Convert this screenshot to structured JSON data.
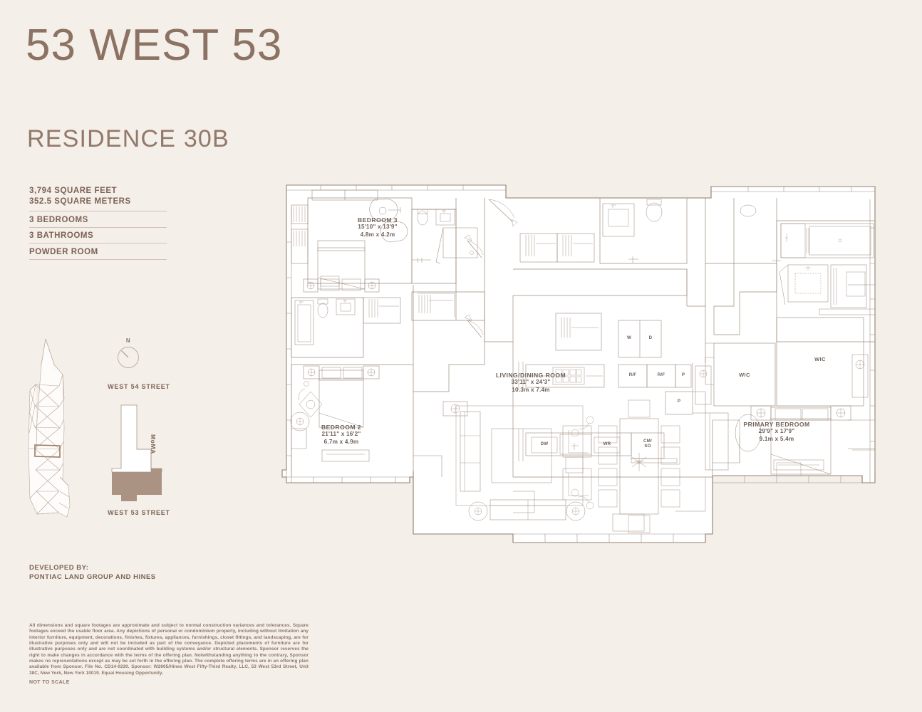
{
  "brand": "53 WEST 53",
  "residence_title": "RESIDENCE 30B",
  "specs": {
    "square_feet": "3,794 SQUARE FEET",
    "square_meters": "352.5 SQUARE METERS",
    "bedrooms": "3 BEDROOMS",
    "bathrooms": "3 BATHROOMS",
    "powder": "POWDER ROOM"
  },
  "keyplan": {
    "north_label": "N",
    "street_north": "WEST 54 STREET",
    "street_south": "WEST 53 STREET",
    "neighbor": "MoMA"
  },
  "developer": {
    "line1": "DEVELOPED BY:",
    "line2": "PONTIAC LAND GROUP AND HINES"
  },
  "legal": "All dimensions and square footages are approximate and subject to normal construction variances and tolerances. Square footages exceed the usable floor area. Any depictions of personal or condominium property, including without limitation any interior furniture, equipment, decorations, finishes, fixtures, appliances, furnishings, closet fittings, and landscaping, are for illustrative purposes only and will not be included as part of the conveyance. Depicted placements of furniture are for illustrative purposes only and are not coordinated with building systems and/or structural elements. Sponsor reserves the right to make changes in accordance with the terms of the offering plan. Notwithstanding anything to the contrary, Sponsor makes no representations except as may be set forth in the offering plan. The complete offering terms are in an offering plan available from Sponsor. File No. CD14-0230. Sponsor: W2005/Hines West Fifty-Third Realty, LLC, 53 West 53rd Street, Unit 38C, New York, New York 10019. Equal Housing Opportunity.",
  "not_to_scale": "NOT TO SCALE",
  "plan": {
    "rooms": [
      {
        "name": "BEDROOM 3",
        "dim_ft": "15'10\" x 13'9\"",
        "dim_m": "4.8m x 4.2m"
      },
      {
        "name": "BEDROOM 2",
        "dim_ft": "21'11\" x 16'2\"",
        "dim_m": "6.7m x 4.9m"
      },
      {
        "name": "LIVING/DINING ROOM",
        "dim_ft": "33'11\" x 24'3\"",
        "dim_m": "10.3m x 7.4m"
      },
      {
        "name": "PRIMARY BEDROOM",
        "dim_ft": "29'9\" x 17'9\"",
        "dim_m": "9.1m x 5.4m"
      }
    ],
    "closets": [
      "WIC",
      "WIC"
    ],
    "appliances": [
      {
        "label": "W"
      },
      {
        "label": "D"
      },
      {
        "label": "R/F"
      },
      {
        "label": "R/F"
      },
      {
        "label": "P"
      },
      {
        "label": "P"
      },
      {
        "label": "DW"
      },
      {
        "label": "WR"
      },
      {
        "label": "CM/\nSO"
      }
    ]
  },
  "colors": {
    "background": "#f4efe9",
    "brand_text": "#8b7262",
    "title_text": "#93796a",
    "body_text": "#7d6354",
    "plan_line": "#9d8a7c",
    "plan_fill": "#ffffff",
    "keyplan_tan": "#ab9384"
  }
}
